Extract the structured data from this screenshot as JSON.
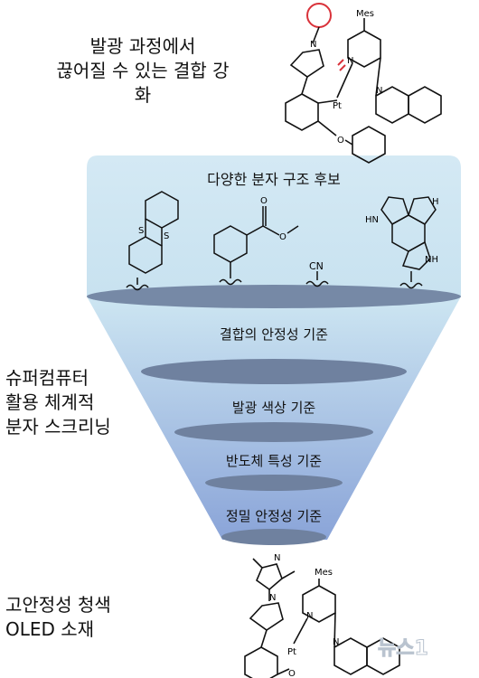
{
  "top_caption": "발광 과정에서\n끊어질 수 있는 결합 강화",
  "funnel": {
    "candidates_title": "다양한 분자 구조 후보",
    "stage1": "결합의 안정성 기준",
    "stage2": "발광 색상 기준",
    "stage3": "반도체 특성 기준",
    "stage4": "정밀 안정성 기준",
    "side_caption": "슈퍼컴퓨터\n활용 체계적\n분자 스크리닝"
  },
  "bottom_caption": "고안정성 청색\nOLED 소재",
  "molecule_labels": {
    "mes": "Mes",
    "pt": "Pt",
    "n": "N",
    "o": "O",
    "s": "S",
    "cn": "CN",
    "hn": "HN",
    "nh": "NH",
    "h": "H"
  },
  "watermark": "뉴스1",
  "colors": {
    "panel": "#cfe6f2",
    "funnel_top": "#cde6f2",
    "funnel_bottom": "#8aa4d8",
    "disc": "#6f819f",
    "highlight_circle": "#d9323a",
    "break_mark": "#d9323a"
  }
}
